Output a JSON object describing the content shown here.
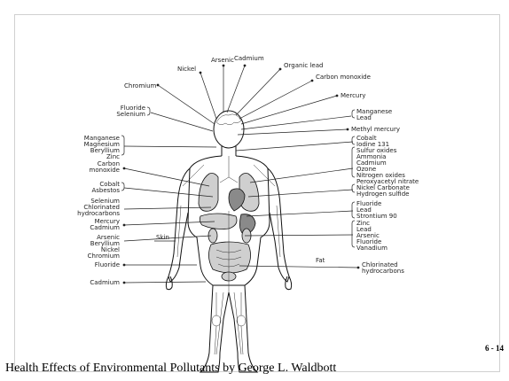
{
  "slide": {
    "number": "6 - 14",
    "caption": "Health Effects of Environmental Pollutants by George L. Waldbott"
  },
  "figure": {
    "top_labels": {
      "arsenic": "Arsenic",
      "cadmium": "Cadmium",
      "organic_lead": "Organic lead",
      "carbon_monoxide": "Carbon monoxide",
      "nickel": "Nickel",
      "chromium": "Chromium"
    },
    "left_labels": {
      "fluoride_selenium": [
        "Fluoride",
        "Selenium"
      ],
      "manganese_group": [
        "Manganese",
        "Magnesium",
        "Beryllium",
        "Zinc"
      ],
      "carbon_monoxide": [
        "Carbon",
        "monoxide"
      ],
      "cobalt_asbestos": [
        "Cobalt",
        "Asbestos"
      ],
      "selenium_group": [
        "Selenium",
        "Chlorinated",
        "hydrocarbons"
      ],
      "mercury_cadmium": [
        "Mercury",
        "Cadmium"
      ],
      "arsenic_group": [
        "Arsenic",
        "Beryllium",
        "Nickel",
        "Chromium"
      ],
      "fluoride": "Fluoride",
      "cadmium": "Cadmium"
    },
    "right_labels": {
      "mercury": "Mercury",
      "manganese_lead": [
        "Manganese",
        "Lead"
      ],
      "methyl_mercury": "Methyl mercury",
      "cobalt_iodine": [
        "Cobalt",
        "Iodine 131"
      ],
      "lung_group": [
        "Sulfur oxides",
        "Ammonia",
        "Cadmium",
        "Ozone",
        "Nitrogen oxides",
        "Peroxyacetyl nitrate"
      ],
      "nickel_group": [
        "Nickel Carbonate",
        "Hydrogen sulfide"
      ],
      "fluoride_group": [
        "Fluoride",
        "Lead",
        "Strontium 90"
      ],
      "zinc_group": [
        "Zinc",
        "Lead",
        "Arsenic",
        "Fluoride",
        "Vanadium"
      ],
      "chlorinated": [
        "Chlorinated",
        "hydrocarbons"
      ]
    },
    "inner_labels": {
      "skin": "Skin",
      "fat": "Fat"
    }
  }
}
